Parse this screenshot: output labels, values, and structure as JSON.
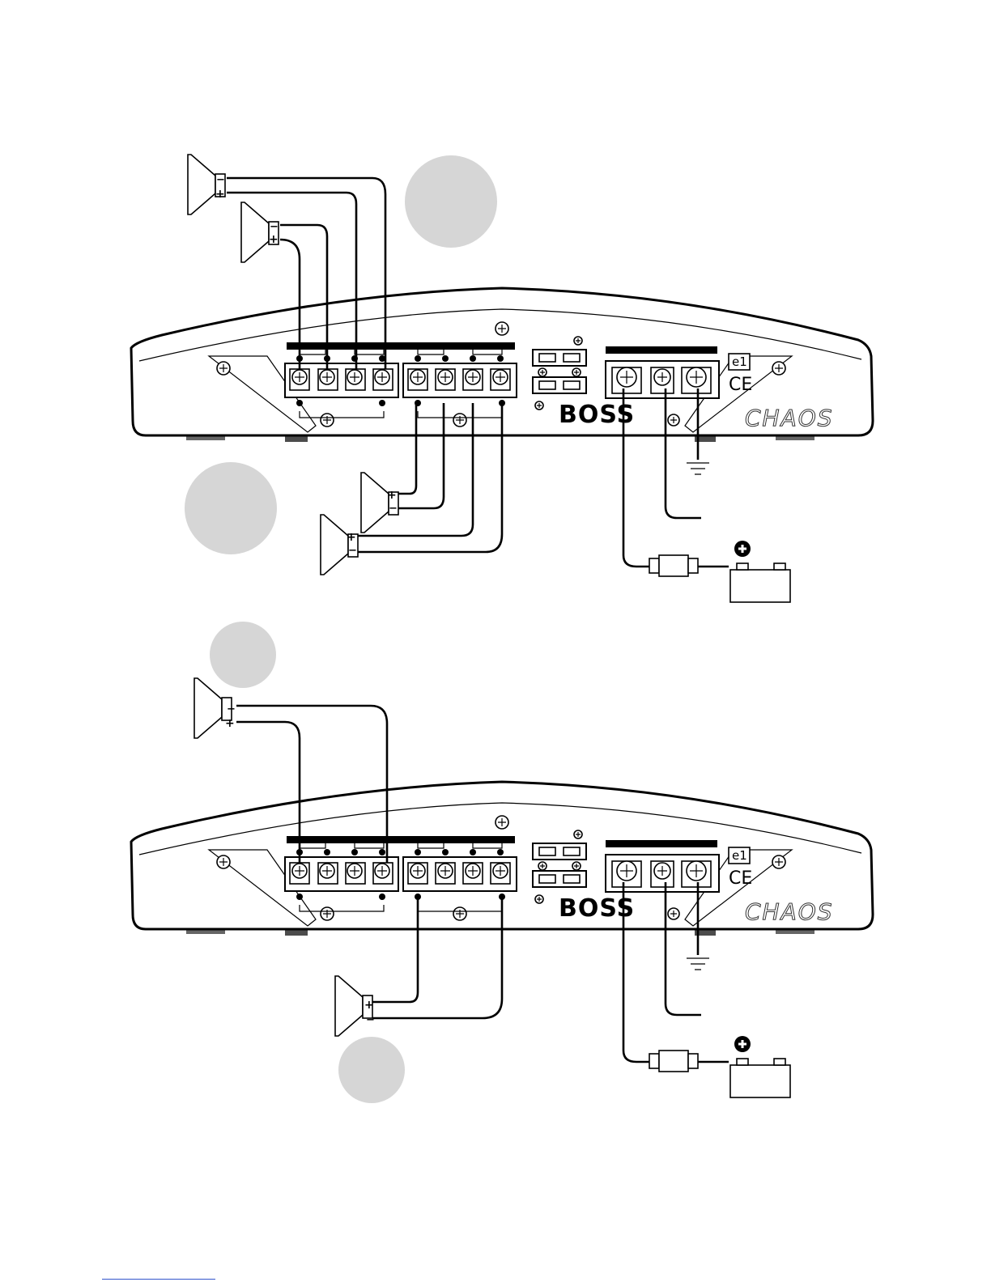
{
  "brand_logo": "BOSS",
  "product_logo": "CHAOS",
  "cert_mark": "e1",
  "ce_mark": "CE",
  "plus_symbol": "+",
  "minus_symbol": "−",
  "colors": {
    "highlight_dot": "#d6d6d6",
    "line": "#000000",
    "footer_link": "#3355cc"
  }
}
